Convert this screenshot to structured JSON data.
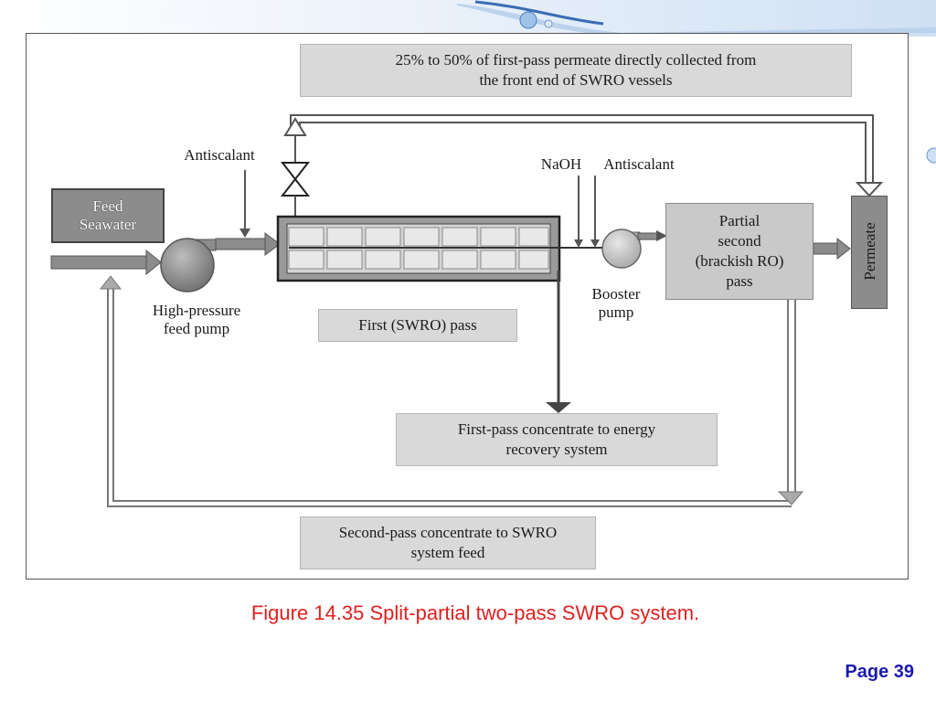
{
  "colors": {
    "caption": "#e02020",
    "page_number": "#1a1ab0",
    "box_gray": "#d9d9d9",
    "box_dark": "#8c8c8c",
    "arrow_fill": "#909090",
    "line_dark": "#444444"
  },
  "top_note": "25% to 50% of first-pass permeate directly collected from\nthe front end of SWRO vessels",
  "labels": {
    "antiscalant_left": "Antiscalant",
    "naoh": "NaOH",
    "antiscalant_right": "Antiscalant",
    "feed_seawater": "Feed\nSeawater",
    "hp_pump": "High-pressure\nfeed pump",
    "booster_pump": "Booster\npump",
    "partial_second": "Partial\nsecond\n(brackish RO)\npass",
    "permeate": "Permeate"
  },
  "boxes": {
    "first_pass": "First (SWRO) pass",
    "first_concentrate": "First-pass concentrate to energy\nrecovery system",
    "second_concentrate": "Second-pass concentrate to SWRO\nsystem feed"
  },
  "caption": "Figure 14.35 Split-partial two-pass SWRO system.",
  "page_number": "Page 39"
}
